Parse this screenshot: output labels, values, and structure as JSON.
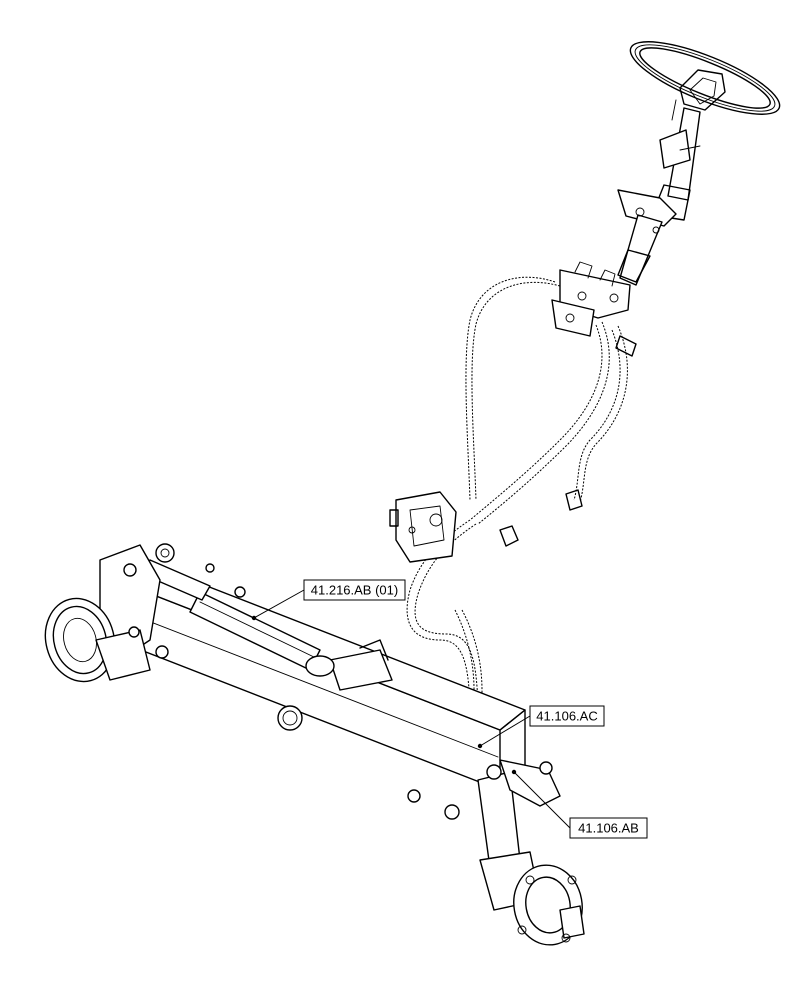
{
  "callouts": {
    "steering_cylinder": "41.216.AB (01)",
    "axle_beam": "41.106.AC",
    "steering_knuckle": "41.106.AB"
  }
}
